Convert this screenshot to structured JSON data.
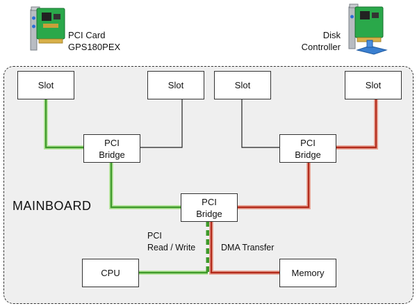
{
  "devices": {
    "pci_card": {
      "line1": "PCI Card",
      "line2": "GPS180PEX"
    },
    "disk_controller": {
      "line1": "Disk",
      "line2": "Controller"
    }
  },
  "board_label": "MAINBOARD",
  "boxes": {
    "slot_1": "Slot",
    "slot_2": "Slot",
    "slot_3": "Slot",
    "slot_4": "Slot",
    "bridge_left": "PCI\nBridge",
    "bridge_right": "PCI\nBridge",
    "bridge_center": "PCI\nBridge",
    "cpu": "CPU",
    "memory": "Memory"
  },
  "annotations": {
    "pci_rw": "PCI\nRead / Write",
    "dma": "DMA Transfer"
  },
  "colors": {
    "pci_path": "#3e9a2a",
    "pci_path_glow": "#b9e6a0",
    "dma_path": "#b32a1a",
    "dma_path_glow": "#e8a89a",
    "board_fill": "#efefef",
    "card_pcb": "#2aa84a"
  },
  "icons": [
    "pci-card-icon",
    "disk-controller-card-icon",
    "network-connector-icon"
  ]
}
